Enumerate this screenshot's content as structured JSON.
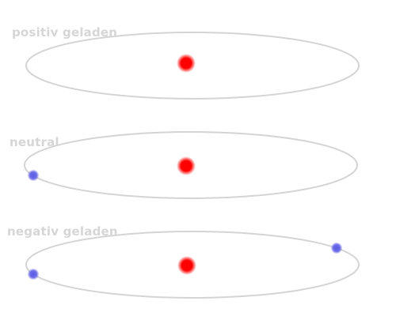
{
  "states": [
    {
      "label": "positiv  geladen",
      "electrons": 0
    },
    {
      "label": "neutral",
      "electrons": 1
    },
    {
      "label": "negativ geladen",
      "electrons": 2
    }
  ],
  "colors": {
    "label": "#d6d6d6",
    "orbit": "#d4d4d4",
    "nucleus": "#ff0000",
    "electron": "#6b6be8"
  }
}
